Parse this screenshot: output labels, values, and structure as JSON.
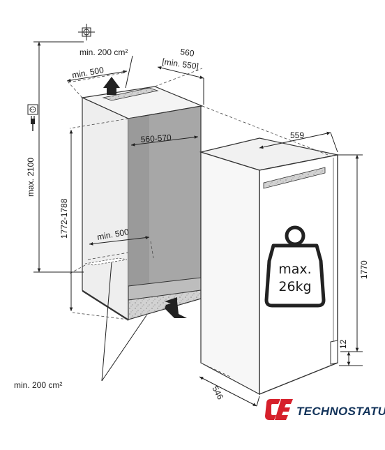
{
  "dimensions": {
    "vent_top_area": "min. 200 cm²",
    "niche_depth_top": "min. 500",
    "niche_width": "560",
    "niche_width_min": "[min. 550]",
    "inner_width": "560-570",
    "niche_height": "1772-1788",
    "niche_depth_bottom": "min. 500",
    "max_height": "max. 2100",
    "appliance_width": "559",
    "appliance_height": "1770",
    "plinth_gap": "12",
    "appliance_depth": "546",
    "vent_bottom_area": "min. 200 cm²"
  },
  "door_load": {
    "line1": "max.",
    "line2": "26kg"
  },
  "icons": {
    "power": "power-socket-icon",
    "plug": "plug-icon",
    "crosshair": "crosshair-icon",
    "weight": "weight-icon"
  },
  "brand": {
    "name": "TECHNOSTATUS",
    "color": "#12335a",
    "accent": "#d6202b"
  }
}
